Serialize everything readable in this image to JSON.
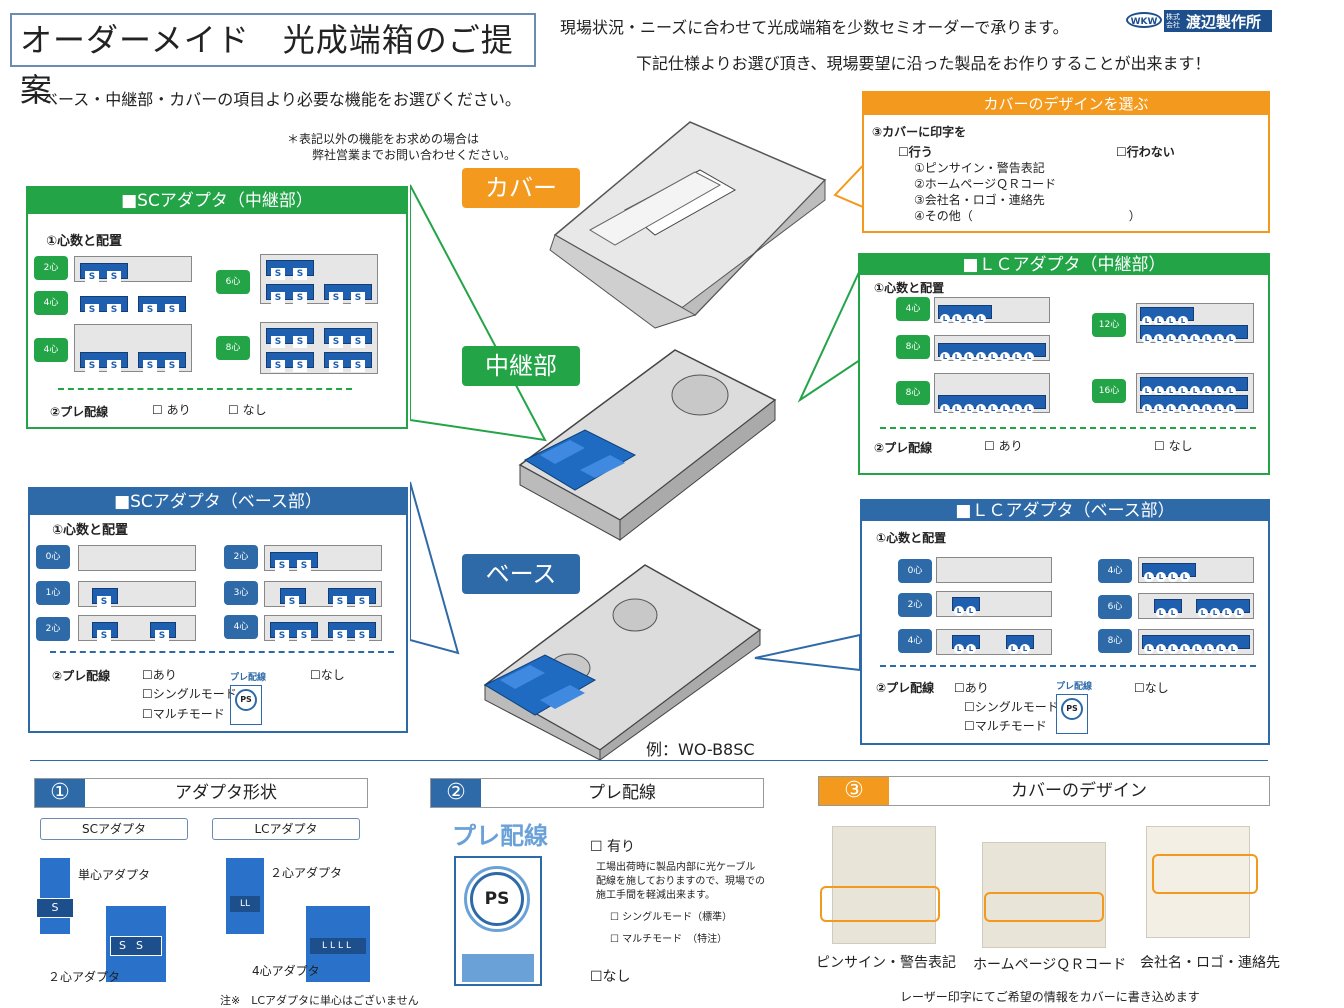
{
  "header": {
    "title": "オーダーメイド　光成端箱のご提案",
    "line1": "現場状況・ニーズに合わせて光成端箱を少数セミオーダーで承ります。",
    "line2": "下記仕様よりお選び頂き、現場要望に沿った製品をお作りすることが出来ます！",
    "logo_mark": "WKW",
    "logo_small": "株式会社",
    "company": "渡辺製作所",
    "intro": "ベース・中継部・カバーの項目より必要な機能をお選びください。",
    "note_line1": "＊表記以外の機能をお求めの場合は",
    "note_line2": "弊社営業までお問い合わせください。"
  },
  "labels": {
    "cover": "カバー",
    "relay": "中継部",
    "base": "ベース",
    "example": "例：WO-B8SC"
  },
  "sc_relay": {
    "title": "■SCアダプタ（中継部）",
    "section1": "①心数と配置",
    "badges": [
      "2心",
      "4心",
      "4心",
      "6心",
      "8心"
    ],
    "section2": "②プレ配線",
    "opt_yes": "☐ あり",
    "opt_no": "☐ なし"
  },
  "sc_base": {
    "title": "■SCアダプタ（ベース部）",
    "section1": "①心数と配置",
    "badges": [
      "0心",
      "1心",
      "2心",
      "2心",
      "3心",
      "4心"
    ],
    "section2": "②プレ配線",
    "opt_yes": "☐あり",
    "opt_single": "☐シングルモード",
    "opt_multi": "☐マルチモード",
    "opt_no": "☐なし",
    "ps_title": "プレ配線"
  },
  "lc_relay": {
    "title": "■ＬＣアダプタ（中継部）",
    "section1": "①心数と配置",
    "badges": [
      "4心",
      "8心",
      "8心",
      "12心",
      "16心"
    ],
    "section2": "②プレ配線",
    "opt_yes": "☐ あり",
    "opt_no": "☐ なし"
  },
  "lc_base": {
    "title": "■ＬＣアダプタ（ベース部）",
    "section1": "①心数と配置",
    "badges": [
      "0心",
      "2心",
      "4心",
      "4心",
      "6心",
      "8心"
    ],
    "section2": "②プレ配線",
    "opt_yes": "☐あり",
    "opt_single": "☐シングルモード",
    "opt_multi": "☐マルチモード",
    "opt_no": "☐なし",
    "ps_title": "プレ配線"
  },
  "cover_design": {
    "title": "カバーのデザインを選ぶ",
    "item": "③カバーに印字を",
    "opt_do": "☐行う",
    "opt_dont": "☐行わない",
    "opt1": "①ピンサイン・警告表記",
    "opt2": "②ホームページＱＲコード",
    "opt3": "③会社名・ロゴ・連絡先",
    "opt4": "④その他（　　　　　　　　　　　　　）"
  },
  "bottom": {
    "s1_num": "①",
    "s1_title": "アダプタ形状",
    "sc_pill": "SCアダプタ",
    "lc_pill": "LCアダプタ",
    "single_core": "単心アダプタ",
    "two_core_sc": "２心アダプタ",
    "two_core_lc": "２心アダプタ",
    "four_core": "4心アダプタ",
    "note": "注※　LCアダプタに単心はございません",
    "s2_num": "②",
    "s2_title": "プレ配線",
    "ps_logo": "プレ配線",
    "ps_mark": "PS",
    "yes": "☐ 有り",
    "desc1": "工場出荷時に製品内部に光ケーブル",
    "desc2": "配線を施しておりますので、現場での",
    "desc3": "施工手間を軽減出来ます。",
    "single": "☐ シングルモード（標準）",
    "multi": "☐ マルチモード　（特注）",
    "no": "☐なし",
    "s3_num": "③",
    "s3_title": "カバーのデザイン",
    "cap1": "ピンサイン・警告表記",
    "cap2": "ホームページＱＲコード",
    "cap3": "会社名・ロゴ・連絡先",
    "footer": "レーザー印字にてご希望の情報をカバーに書き込めます"
  },
  "colors": {
    "green": "#22a447",
    "blue": "#2e6aa8",
    "orange": "#f39a1e",
    "adapter": "#1f5fb0"
  }
}
